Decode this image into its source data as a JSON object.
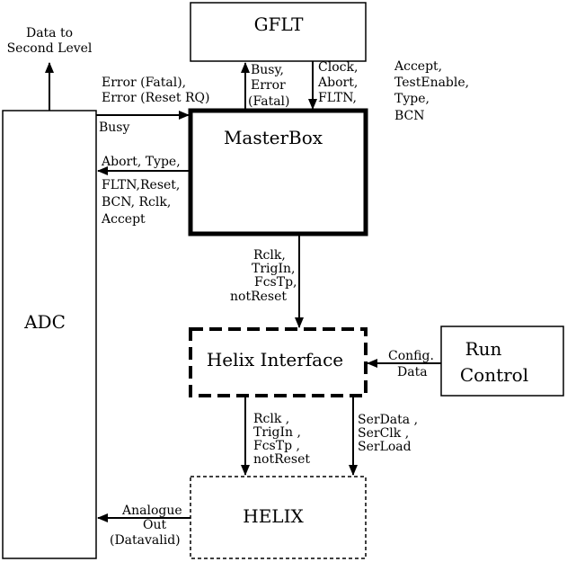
{
  "blocks": {
    "gflt": "GFLT",
    "masterbox": "MasterBox",
    "adc": "ADC",
    "helix_interface": "Helix Interface",
    "run_control": [
      "Run",
      "Control"
    ],
    "helix": "HELIX"
  },
  "labels": {
    "data_to_second_level": [
      "Data to",
      "Second Level"
    ],
    "error_adc_in": [
      "Error (Fatal),",
      "Error (Reset RQ)"
    ],
    "busy_adc_in": "Busy",
    "masterbox_to_adc": [
      "Abort, Type,",
      "FLTN,Reset,",
      "BCN, Rclk,",
      "Accept"
    ],
    "masterbox_to_gflt": [
      "Busy,",
      "Error",
      "(Fatal)"
    ],
    "gflt_to_masterbox": [
      "Clock,",
      "Abort,",
      "FLTN,"
    ],
    "gflt_extra": [
      "Accept,",
      "TestEnable,",
      "Type,",
      "BCN"
    ],
    "masterbox_to_helix_interface": [
      "Rclk,",
      "TrigIn,",
      "FcsTp,",
      "notReset"
    ],
    "run_control_to_interface": [
      "Config.",
      "Data"
    ],
    "interface_to_helix_left": [
      "Rclk ,",
      "TrigIn ,",
      "FcsTp ,",
      "notReset"
    ],
    "interface_to_helix_right": [
      "SerData ,",
      "SerClk ,",
      "SerLoad"
    ],
    "helix_to_adc": [
      "Analogue",
      "Out",
      "(Datavalid)"
    ]
  }
}
